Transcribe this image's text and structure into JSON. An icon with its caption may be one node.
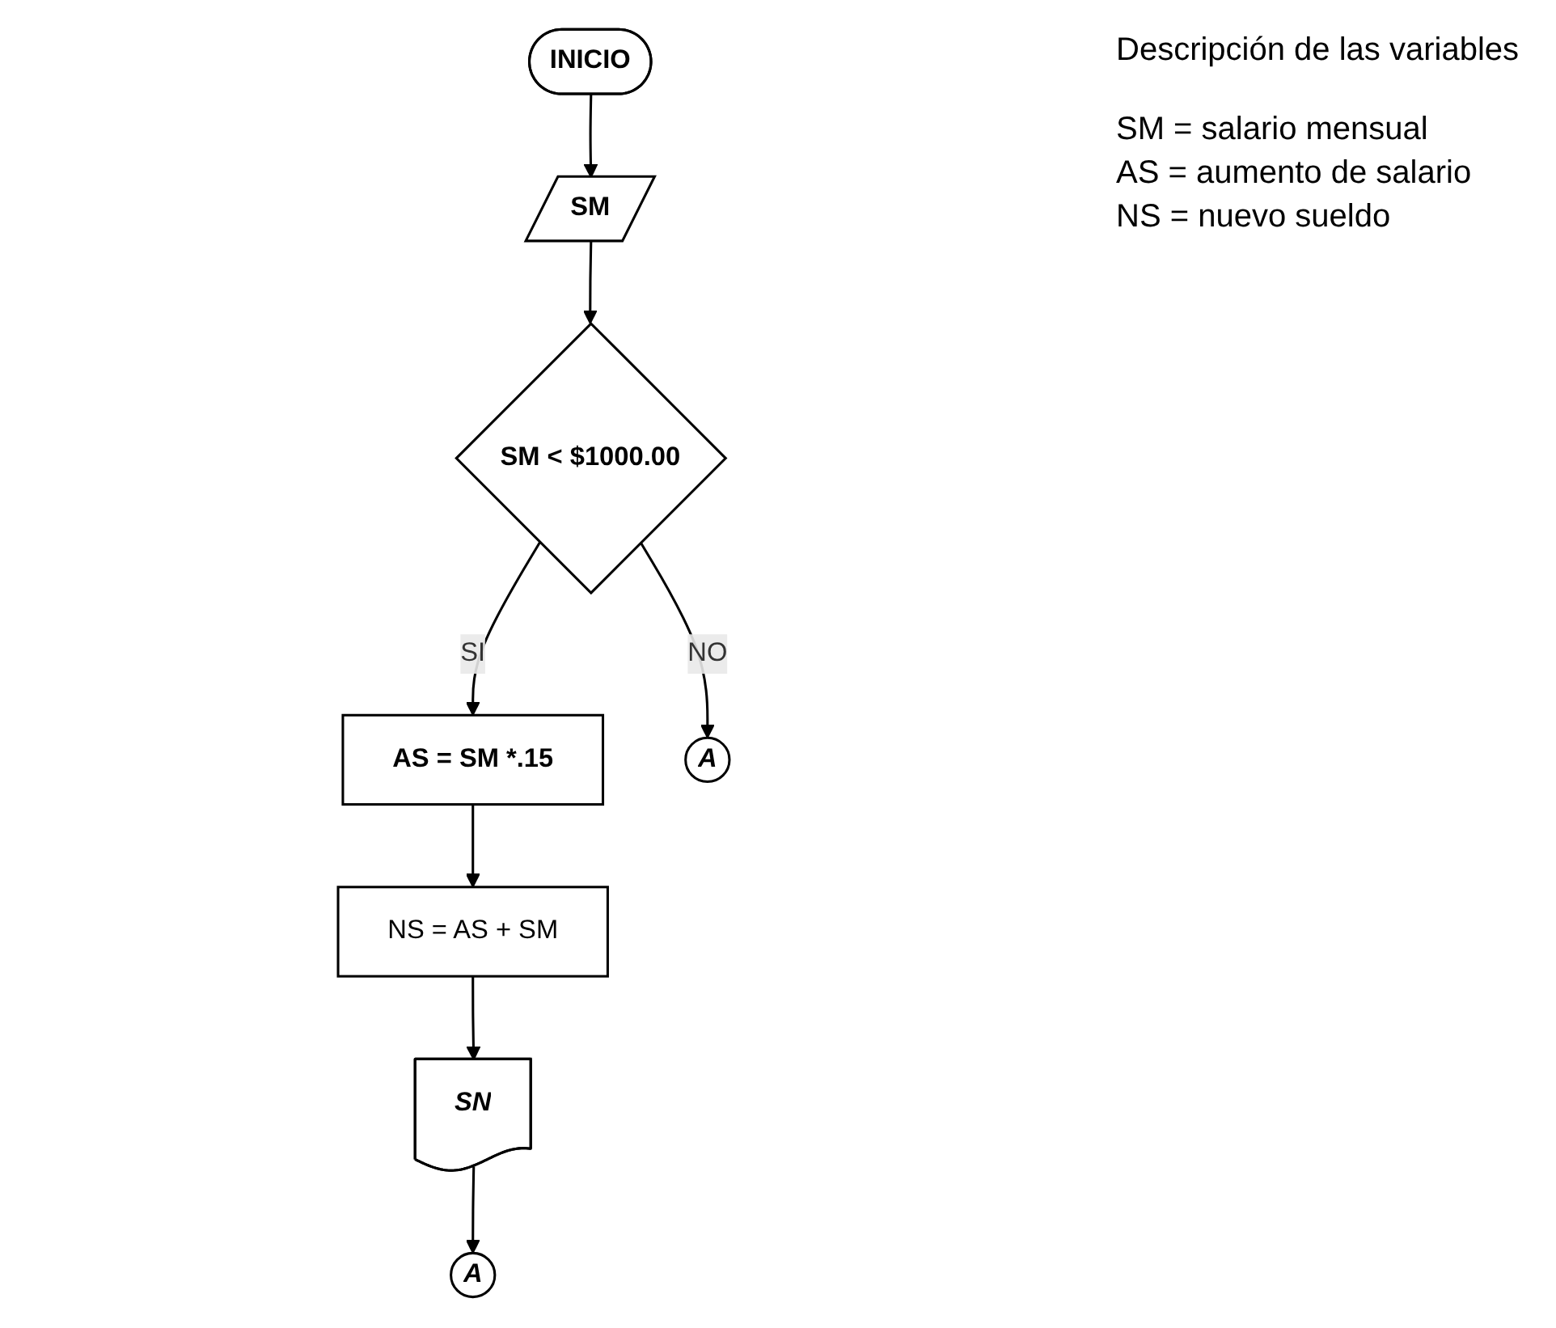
{
  "diagram": {
    "nodes": [
      {
        "text": [
          "INICIO"
        ]
      },
      {
        "text": [
          "SM"
        ]
      },
      {
        "text": [
          "SM < $1000.00"
        ]
      },
      {
        "text": [
          "AS = SM *.15"
        ]
      },
      {
        "text": [
          "NS = AS + SM"
        ]
      },
      {
        "text": [
          "SN"
        ]
      },
      {
        "text": [
          "A"
        ]
      },
      {
        "text": [
          "A"
        ]
      }
    ],
    "edges": [
      {
        "from": 0,
        "to": 1,
        "arrow": "to"
      },
      {
        "from": 1,
        "to": 2,
        "arrow": "to"
      },
      {
        "from": 2,
        "to": 3,
        "arrow": "to",
        "label": "SI"
      },
      {
        "from": 3,
        "to": 4,
        "arrow": "to"
      },
      {
        "from": 4,
        "to": 5,
        "arrow": "to"
      },
      {
        "from": 5,
        "to": 7,
        "arrow": "to"
      },
      {
        "from": 2,
        "to": 6,
        "arrow": "to",
        "label": "NO"
      }
    ],
    "labels": [
      "Descripción de las variables",
      "SM = salario mensual",
      "AS = aumento de salario",
      "NS = nuevo sueldo"
    ]
  }
}
